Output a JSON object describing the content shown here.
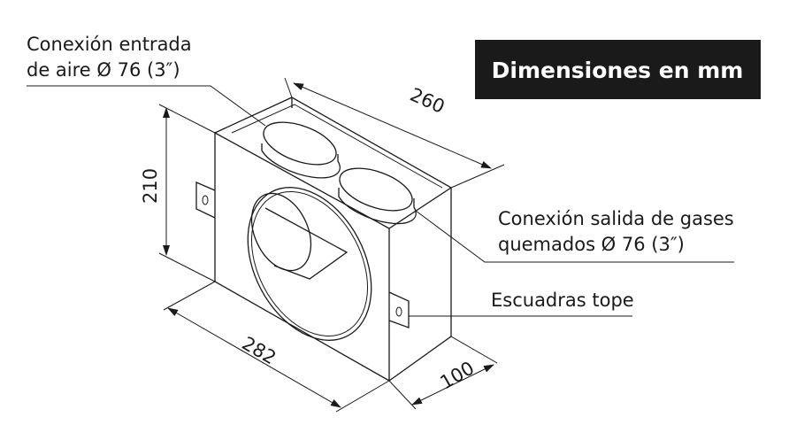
{
  "title_badge": "Dimensiones en mm",
  "labels": {
    "inlet_line1": "Conexión entrada",
    "inlet_line2": "de aire Ø 76 (3″)",
    "outlet_line1": "Conexión salida de gases",
    "outlet_line2": "quemados Ø 76 (3″)",
    "brackets": "Escuadras tope"
  },
  "dimensions": {
    "depth": "260",
    "height": "210",
    "width": "282",
    "front_depth": "100"
  },
  "colors": {
    "badge_bg": "#1a1a1a",
    "badge_text": "#ffffff",
    "line": "#1a1a1a"
  }
}
